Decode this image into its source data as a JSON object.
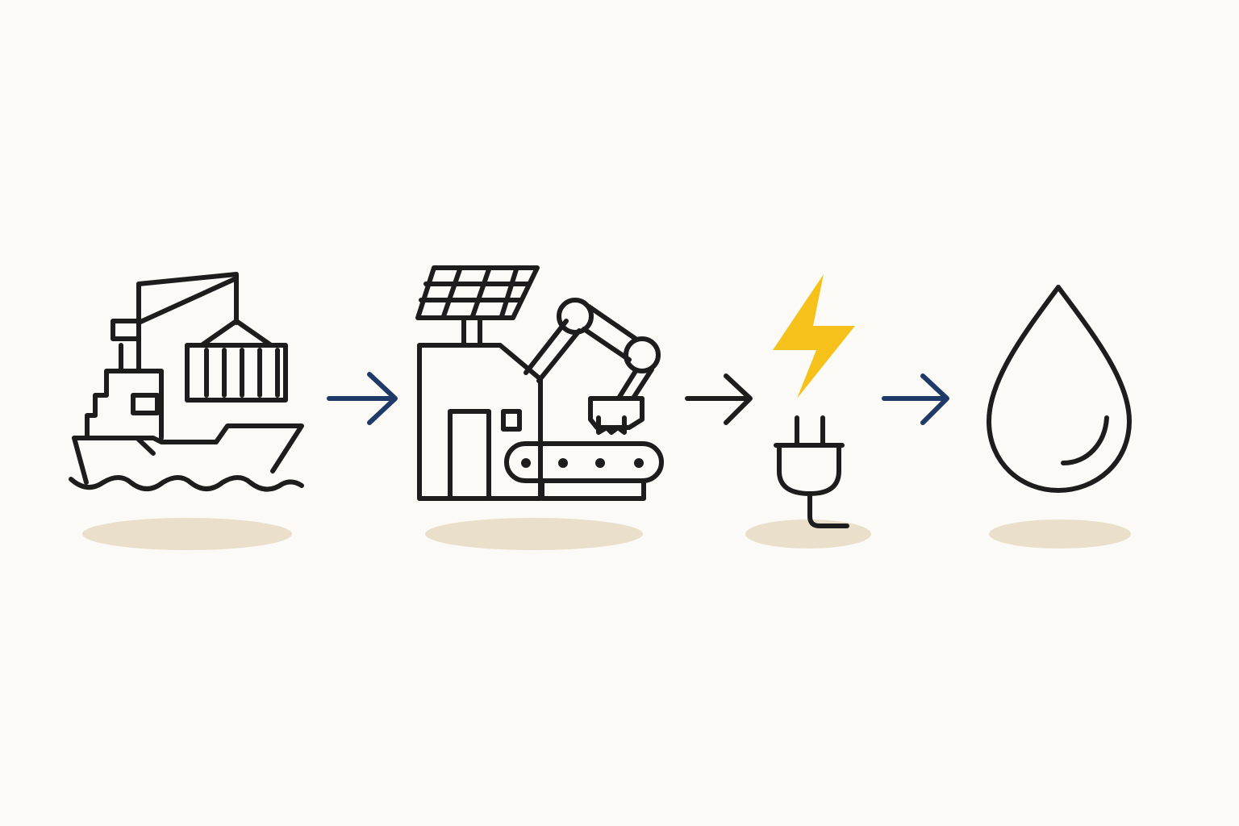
{
  "diagram": {
    "steps": [
      {
        "id": "shipping",
        "icon": "cargo-ship-icon"
      },
      {
        "id": "manufacturing",
        "icon": "solar-factory-robot-icon"
      },
      {
        "id": "electricity",
        "icon": "lightning-plug-icon"
      },
      {
        "id": "water",
        "icon": "water-drop-icon"
      }
    ],
    "connectors": [
      {
        "from": "shipping",
        "to": "manufacturing",
        "icon": "arrow-right-icon"
      },
      {
        "from": "manufacturing",
        "to": "electricity",
        "icon": "arrow-right-icon"
      },
      {
        "from": "electricity",
        "to": "water",
        "icon": "arrow-right-icon"
      }
    ]
  },
  "colors": {
    "background": "#fbfaf6",
    "line": "#1d1d1d",
    "arrow_navy": "#1f3a68",
    "arrow_dark": "#1d1d1d",
    "lightning": "#f5c11a",
    "shadow": "#eadfca"
  }
}
